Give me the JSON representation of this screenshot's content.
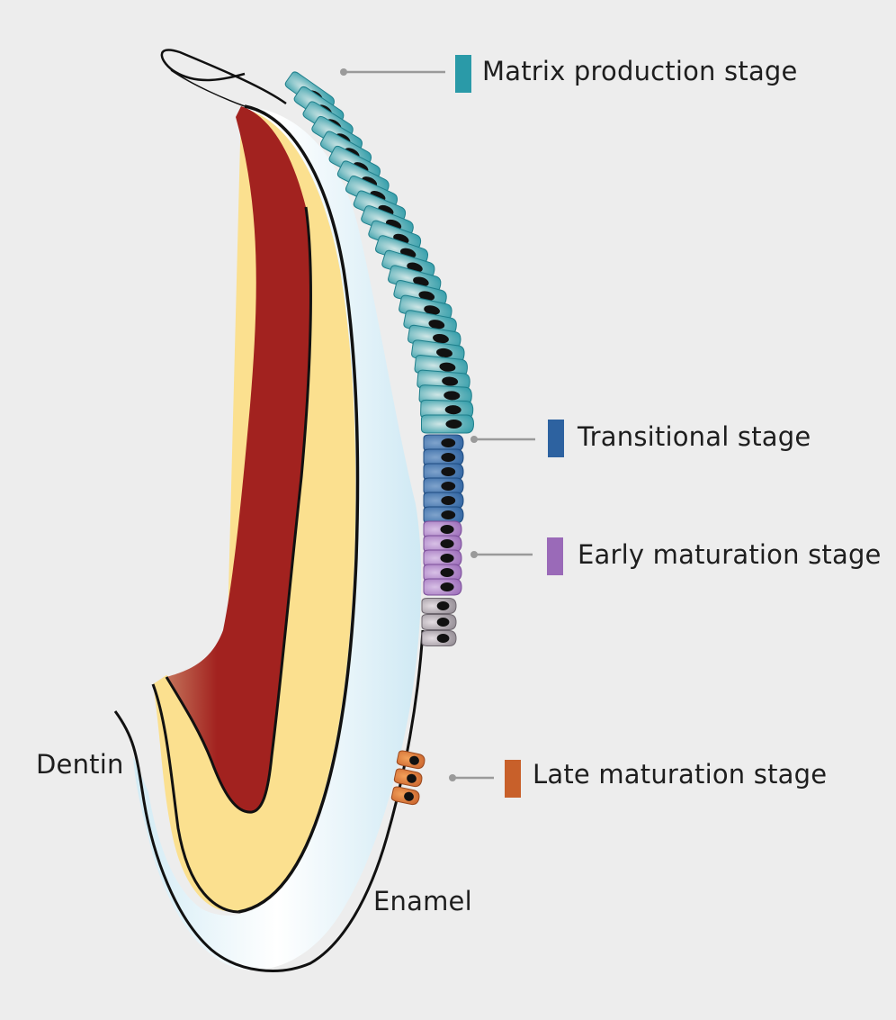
{
  "title": "Ameloblast stages along the developing enamel",
  "legend": [
    {
      "id": "matrix",
      "label": "Matrix production stage",
      "color": "#2a9aa8"
    },
    {
      "id": "transitional",
      "label": "Transitional stage",
      "color": "#2d62a0"
    },
    {
      "id": "early",
      "label": "Early maturation stage",
      "color": "#9a6ab8"
    },
    {
      "id": "late",
      "label": "Late maturation stage",
      "color": "#c8602a"
    }
  ],
  "structures": {
    "dentin": "Dentin",
    "enamel": "Enamel"
  },
  "colors": {
    "background": "#ededed",
    "pulp": "#a2221f",
    "dentin": "#fbe08f",
    "enamel": "#e6f4fa",
    "post_secretory": "#8f8890",
    "outline": "#111111",
    "connector": "#9a9a9a"
  },
  "cell_counts": {
    "matrix": 24,
    "transitional": 6,
    "early": 5,
    "post": 3,
    "late": 3
  }
}
